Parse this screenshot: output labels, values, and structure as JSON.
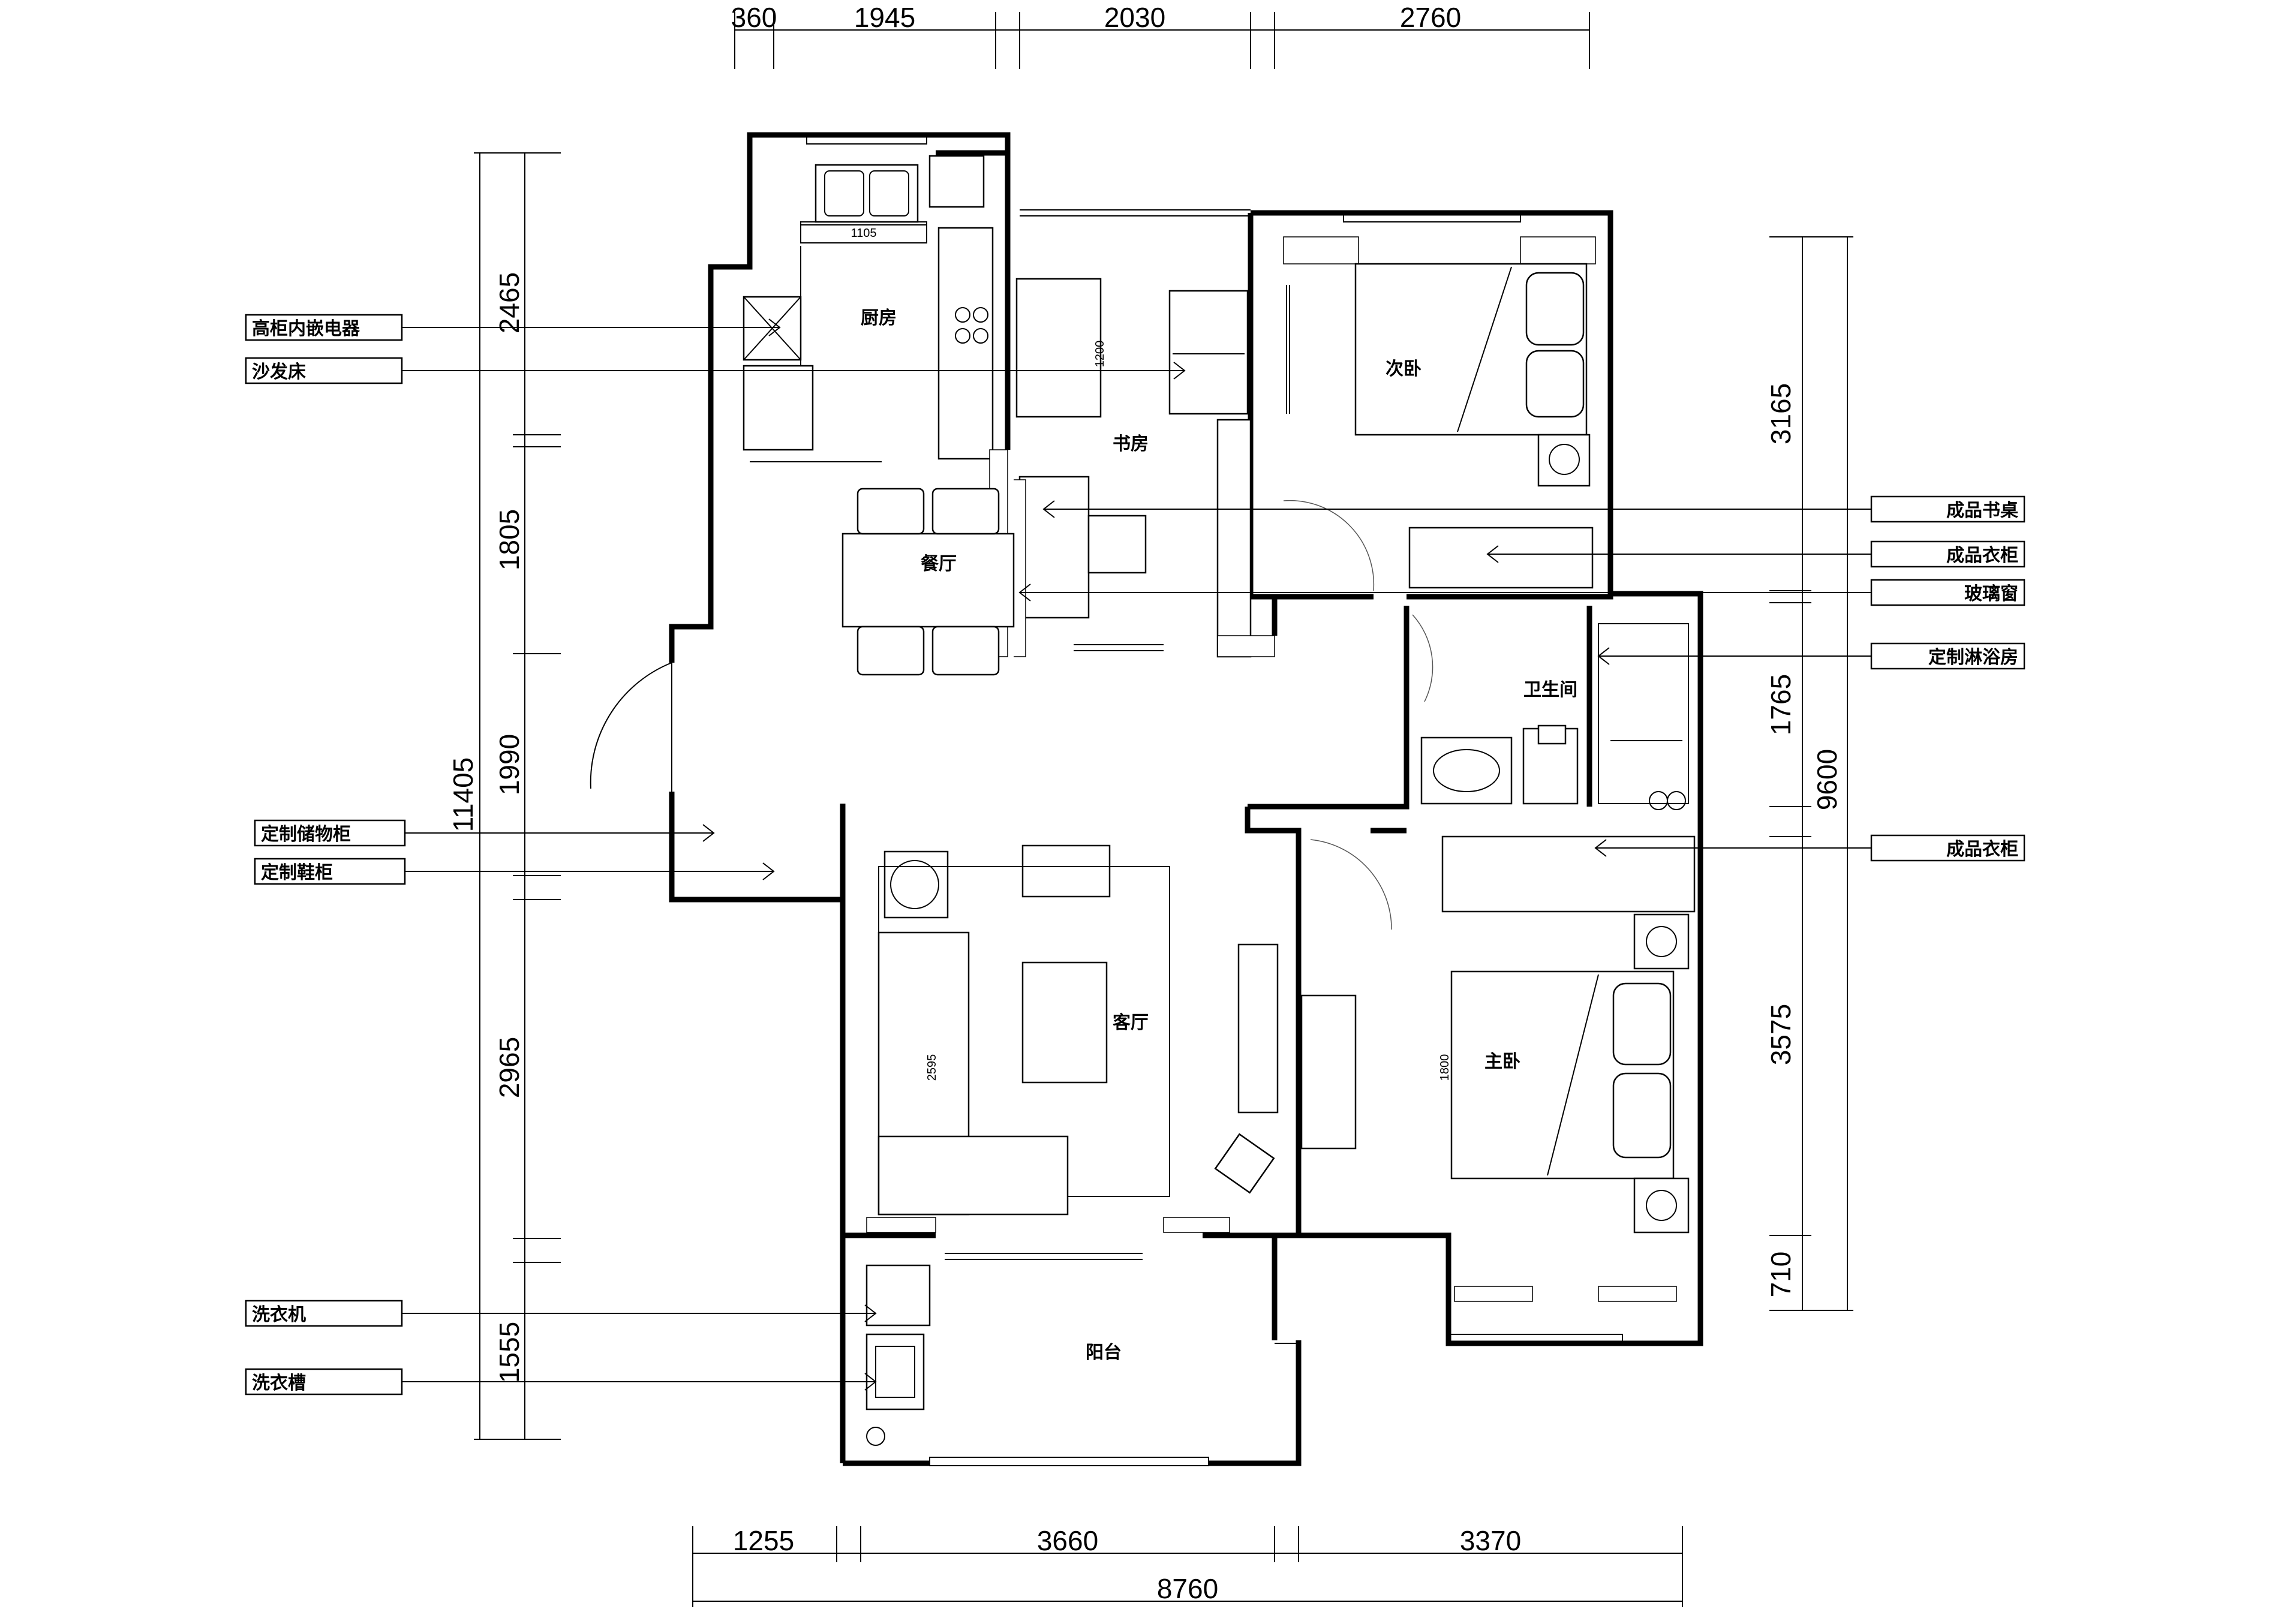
{
  "rooms": {
    "kitchen": "厨房",
    "study": "书房",
    "dining": "餐厅",
    "second_bedroom": "次卧",
    "bathroom": "卫生间",
    "living": "客厅",
    "master_bedroom": "主卧",
    "balcony": "阳台"
  },
  "annotations_left": [
    "高柜内嵌电器",
    "沙发床",
    "定制储物柜",
    "定制鞋柜",
    "洗衣机",
    "洗衣槽"
  ],
  "annotations_right": [
    "成品书桌",
    "成品衣柜",
    "玻璃窗",
    "定制淋浴房",
    "成品衣柜"
  ],
  "dimensions": {
    "top": [
      "360",
      "1945",
      "2030",
      "2760"
    ],
    "bottom": [
      "1255",
      "3660",
      "3370"
    ],
    "bottom_total": "8760",
    "left": [
      "2465",
      "1805",
      "1990",
      "2965",
      "1555"
    ],
    "left_total": "11405",
    "right": [
      "3165",
      "1765",
      "3575",
      "710"
    ],
    "right_total": "9600",
    "inner": {
      "kitchen_counter": "1105",
      "study_bed": "1200",
      "sofa": "2595",
      "master_bed": "1800"
    }
  }
}
